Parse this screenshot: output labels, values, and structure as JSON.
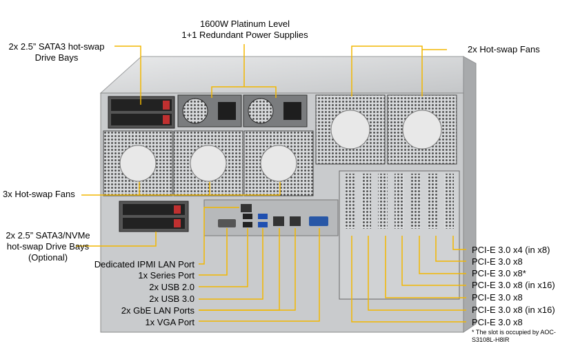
{
  "colors": {
    "leader": "#f2b700",
    "chassis": "#bfc2c5",
    "dark": "#3a3a3a"
  },
  "callouts": {
    "psu": [
      "1600W Platinum Level",
      "1+1 Redundant  Power Supplies"
    ],
    "top_bays": [
      "2x 2.5” SATA3 hot-swap",
      "Drive Bays"
    ],
    "top_fans": "2x Hot-swap Fans",
    "mid_fans": "3x Hot-swap Fans",
    "bottom_bays": [
      "2x 2.5” SATA3/NVMe",
      "hot-swap Drive Bays",
      "(Optional)"
    ]
  },
  "left_ports": [
    "Dedicated IPMI  LAN Port",
    "1x Series Port",
    "2x USB 2.0",
    "2x USB 3.0",
    "2x GbE LAN Ports",
    "1x VGA Port"
  ],
  "pcie_slots": [
    "PCI-E 3.0 x4 (in x8)",
    "PCI-E 3.0 x8",
    "PCI-E 3.0 x8*",
    "PCI-E 3.0 x8 (in x16)",
    "PCI-E 3.0 x8",
    "PCI-E 3.0 x8 (in x16)",
    "PCI-E 3.0 x8"
  ],
  "footnote": [
    "* The slot is occupied by AOC-",
    "S3108L-H8IR"
  ]
}
